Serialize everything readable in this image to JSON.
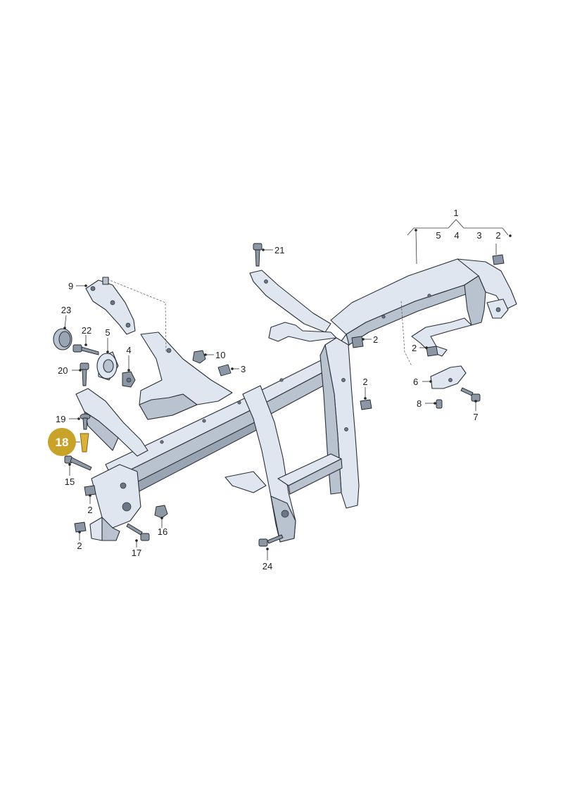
{
  "diagram": {
    "highlight_color": "#c9a229",
    "highlighted_part": "18",
    "labels": {
      "p1": "1",
      "p1_sub5": "5",
      "p1_sub4": "4",
      "p1_sub3": "3",
      "p1_sub2": "2",
      "p2_a": "2",
      "p2_b": "2",
      "p2_c": "2",
      "p2_d": "2",
      "p2_e": "2",
      "p3": "3",
      "p4": "4",
      "p5": "5",
      "p6": "6",
      "p7": "7",
      "p8": "8",
      "p9": "9",
      "p10": "10",
      "p15": "15",
      "p16": "16",
      "p17": "17",
      "p18": "18",
      "p19": "19",
      "p20": "20",
      "p21": "21",
      "p22": "22",
      "p23": "23",
      "p24": "24"
    }
  }
}
